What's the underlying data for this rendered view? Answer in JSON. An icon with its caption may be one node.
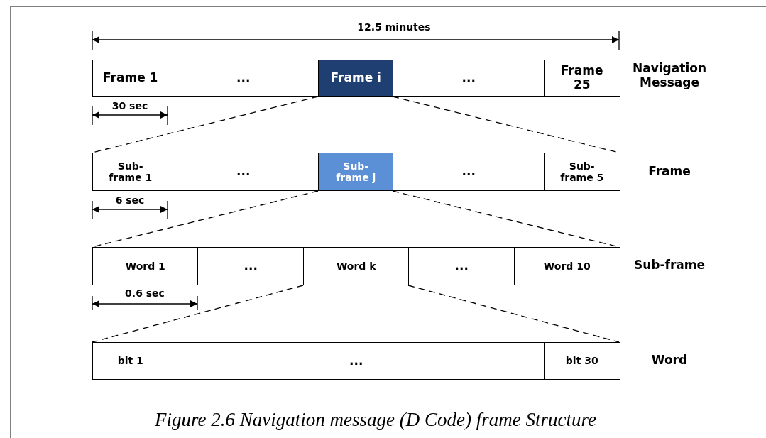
{
  "diagram": {
    "caption": "Figure 2.6  Navigation message (D Code) frame Structure",
    "nodes": [
      {
        "text": [
          "Frame 1"
        ]
      },
      {
        "text": [
          "..."
        ]
      },
      {
        "text": [
          "Frame i"
        ]
      },
      {
        "text": [
          "..."
        ]
      },
      {
        "text": [
          "Frame 25"
        ]
      },
      {
        "text": [
          "Sub-frame 1"
        ]
      },
      {
        "text": [
          "..."
        ]
      },
      {
        "text": [
          "Sub-frame j"
        ]
      },
      {
        "text": [
          "..."
        ]
      },
      {
        "text": [
          "Sub-frame 5"
        ]
      },
      {
        "text": [
          "Word 1"
        ]
      },
      {
        "text": [
          "..."
        ]
      },
      {
        "text": [
          "Word k"
        ]
      },
      {
        "text": [
          "..."
        ]
      },
      {
        "text": [
          "Word 10"
        ]
      },
      {
        "text": [
          "bit 1"
        ]
      },
      {
        "text": [
          "..."
        ]
      },
      {
        "text": [
          "bit 30"
        ]
      }
    ],
    "edges": [
      {
        "from": 2,
        "to": 5,
        "arrow": "none",
        "style": "dashed"
      },
      {
        "from": 2,
        "to": 9,
        "arrow": "none",
        "style": "dashed"
      },
      {
        "from": 7,
        "to": 10,
        "arrow": "none",
        "style": "dashed"
      },
      {
        "from": 7,
        "to": 14,
        "arrow": "none",
        "style": "dashed"
      },
      {
        "from": 12,
        "to": 15,
        "arrow": "none",
        "style": "dashed"
      },
      {
        "from": 12,
        "to": 17,
        "arrow": "none",
        "style": "dashed"
      }
    ],
    "labels": [
      "12.5 minutes",
      "Navigation Message",
      "30 sec",
      "Frame",
      "6 sec",
      "Sub-frame",
      "0.6 sec",
      "Word"
    ]
  }
}
